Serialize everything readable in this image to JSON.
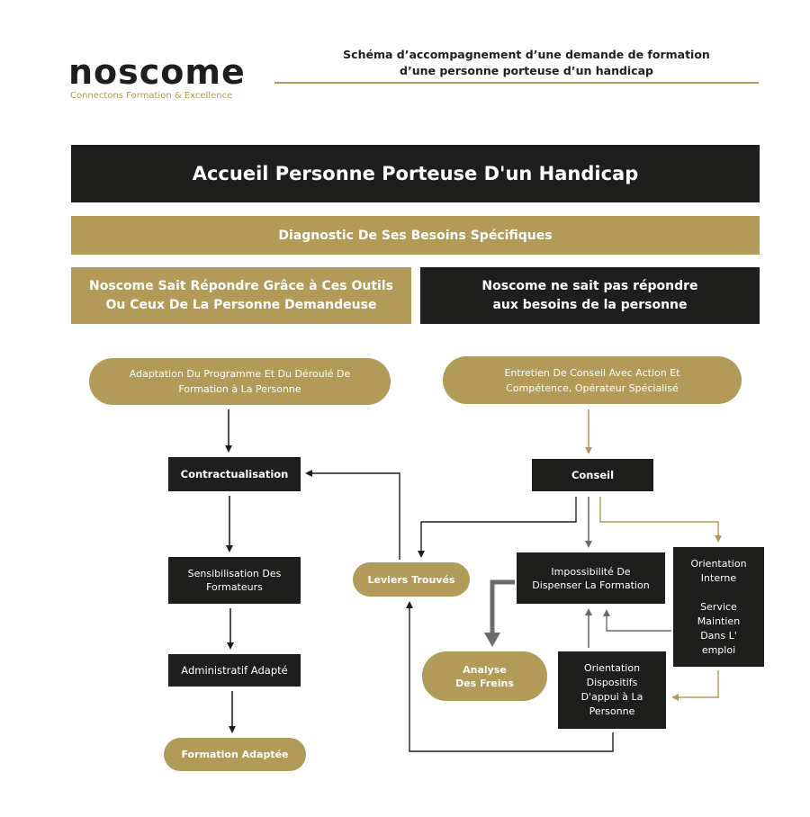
{
  "header": {
    "logo_text": "noscome",
    "logo_tagline": "Connectons Formation & Excellence",
    "doc_title_line1": "Schéma d’accompagnement d’une demande de formation",
    "doc_title_line2": "d’une personne porteuse d’un handicap"
  },
  "colors": {
    "dark": "#1e1e1c",
    "gold": "#b29a58",
    "arrow_gray": "#6b6b6b"
  },
  "diagram": {
    "main_title": "Accueil Personne Porteuse D'un Handicap",
    "diagnostic": "Diagnostic De Ses Besoins Spécifiques",
    "left_branch": {
      "heading_line1": "Noscome Sait Répondre Grâce à Ces Outils",
      "heading_line2": "Ou Ceux De La Personne Demandeuse",
      "adaptation_line1": "Adaptation Du Programme Et Du Déroulé De",
      "adaptation_line2": "Formation à La Personne",
      "contractualisation": "Contractualisation",
      "sensibilisation_line1": "Sensibilisation Des",
      "sensibilisation_line2": "Formateurs",
      "administratif": "Administratif Adapté",
      "formation_adaptee": "Formation Adaptée"
    },
    "right_branch": {
      "heading_line1": "Noscome ne sait pas répondre",
      "heading_line2": "aux besoins de la personne",
      "entretien_line1": "Entretien De Conseil Avec Action Et",
      "entretien_line2": "Compétence, Opérateur Spécialisé",
      "conseil": "Conseil",
      "impossibilite_line1": "Impossibilité De",
      "impossibilite_line2": "Dispenser La Formation",
      "orientation_interne_line1": "Orientation",
      "orientation_interne_line2": "Interne",
      "service_line1": "Service",
      "service_line2": "Maintien",
      "service_line3": "Dans L'",
      "service_line4": "emploi",
      "dispositifs_line1": "Orientation",
      "dispositifs_line2": "Dispositifs",
      "dispositifs_line3": "D'appui à La",
      "dispositifs_line4": "Personne",
      "leviers": "Leviers Trouvés",
      "analyse_line1": "Analyse",
      "analyse_line2": "Des Freins"
    }
  }
}
